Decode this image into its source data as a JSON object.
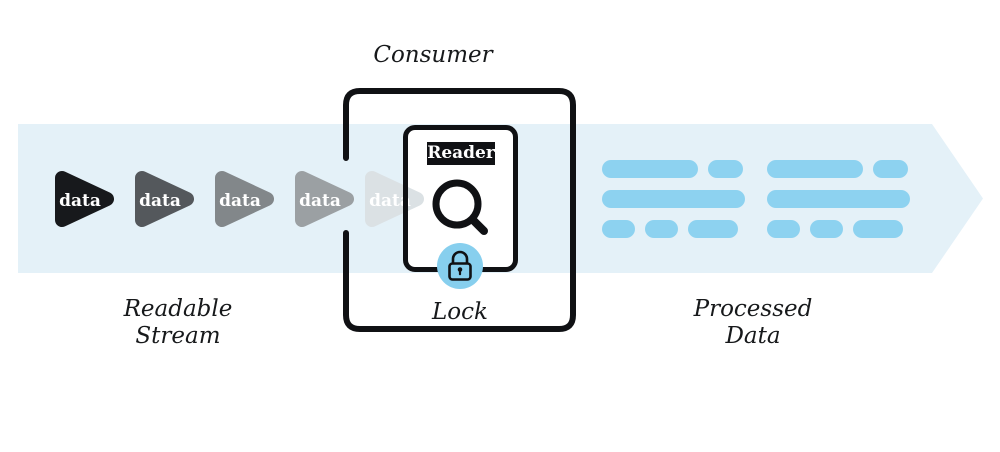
{
  "labels": {
    "consumer": "Consumer",
    "readable_stream_line1": "Readable",
    "readable_stream_line2": "Stream",
    "lock": "Lock",
    "processed_line1": "Processed",
    "processed_line2": "Data",
    "reader": "Reader"
  },
  "stream": {
    "arrows": [
      {
        "label": "data",
        "color": "#17191c"
      },
      {
        "label": "data",
        "color": "#54585c"
      },
      {
        "label": "data",
        "color": "#82878a"
      },
      {
        "label": "data",
        "color": "#9ba0a3"
      },
      {
        "label": "data",
        "color": "#dbe1e4"
      }
    ]
  },
  "processed_data": {
    "bar_color": "#8dd2f0",
    "groups": [
      {
        "rows": [
          [
            96,
            35
          ],
          [
            143
          ],
          [
            33,
            33,
            50
          ]
        ]
      },
      {
        "rows": [
          [
            96,
            35
          ],
          [
            143
          ],
          [
            33,
            33,
            50
          ]
        ]
      }
    ]
  },
  "colors": {
    "band": "#e4f1f8",
    "lock_circle": "#87cfee",
    "outline": "#101114"
  }
}
